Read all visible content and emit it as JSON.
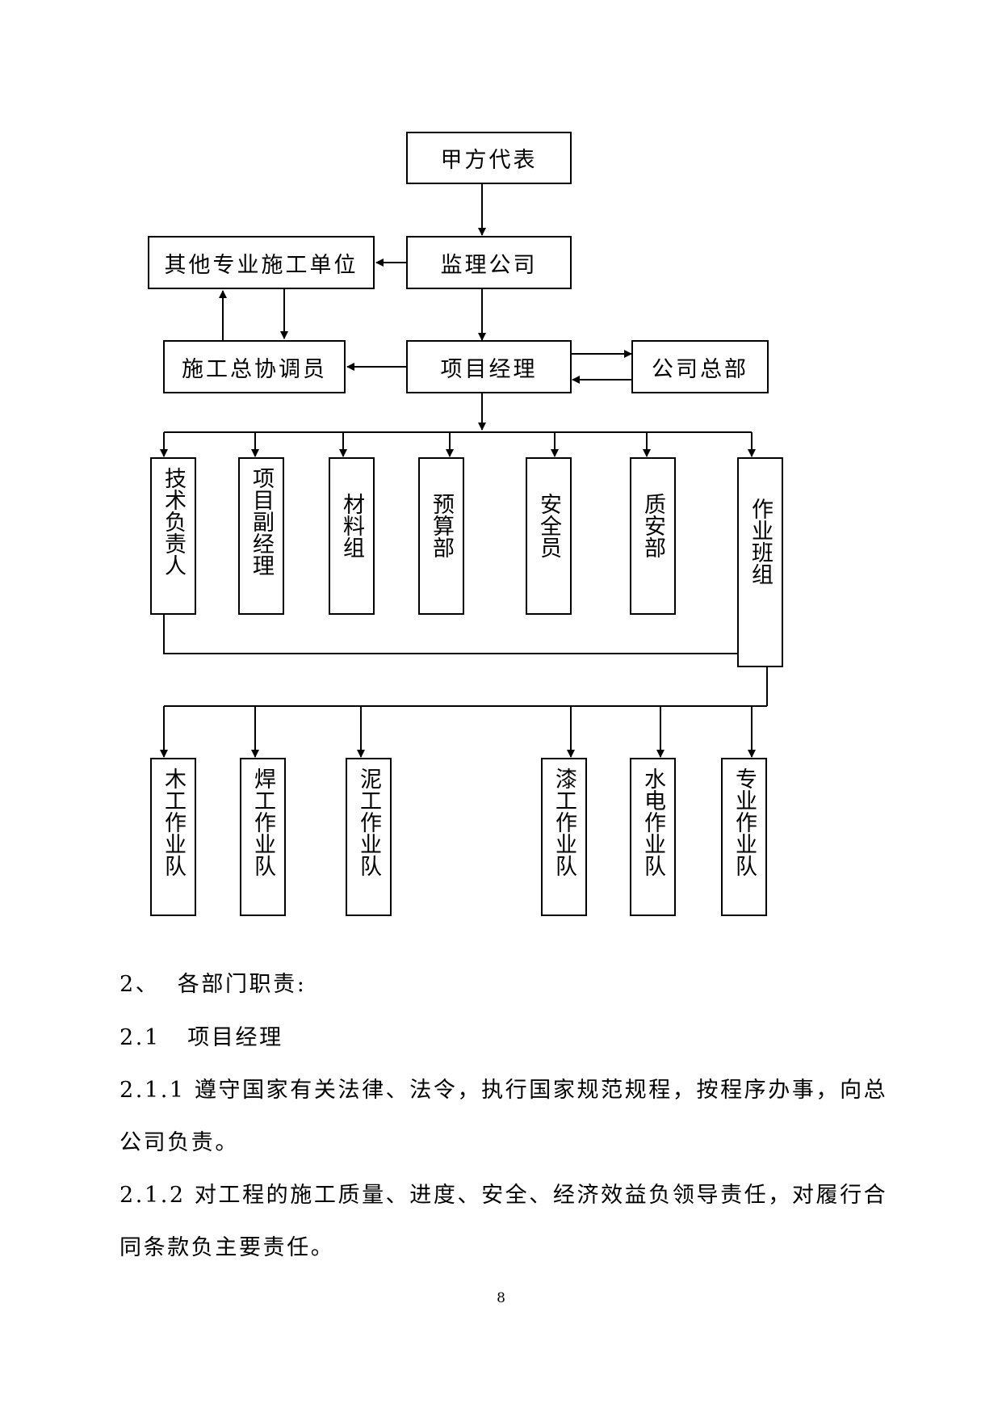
{
  "org_chart": {
    "boxes": {
      "jiafang": "甲方代表",
      "jianli": "监理公司",
      "qita": "其他专业施工单位",
      "xietiao": "施工总协调员",
      "jingli": "项目经理",
      "zongbu": "公司总部"
    },
    "departments": [
      "技术负责人",
      "项目副经理",
      "材料组",
      "预算部",
      "安全员",
      "质安部",
      "作业班组"
    ],
    "teams": [
      "木工作业队",
      "焊工作业队",
      "泥工作业队",
      "漆工作业队",
      "水电作业队",
      "专业作业队"
    ]
  },
  "text": {
    "heading": "2、  各部门职责:",
    "sub_heading": "2.1   项目经理",
    "p1_line1": "2.1.1 遵守国家有关法律、法令，执行国家规范规程，按程序办事，向总",
    "p1_line2": "公司负责。",
    "p2_line1": "2.1.2 对工程的施工质量、进度、安全、经济效益负领导责任，对履行合",
    "p2_line2": "同条款负主要责任。"
  },
  "page_number": "8"
}
